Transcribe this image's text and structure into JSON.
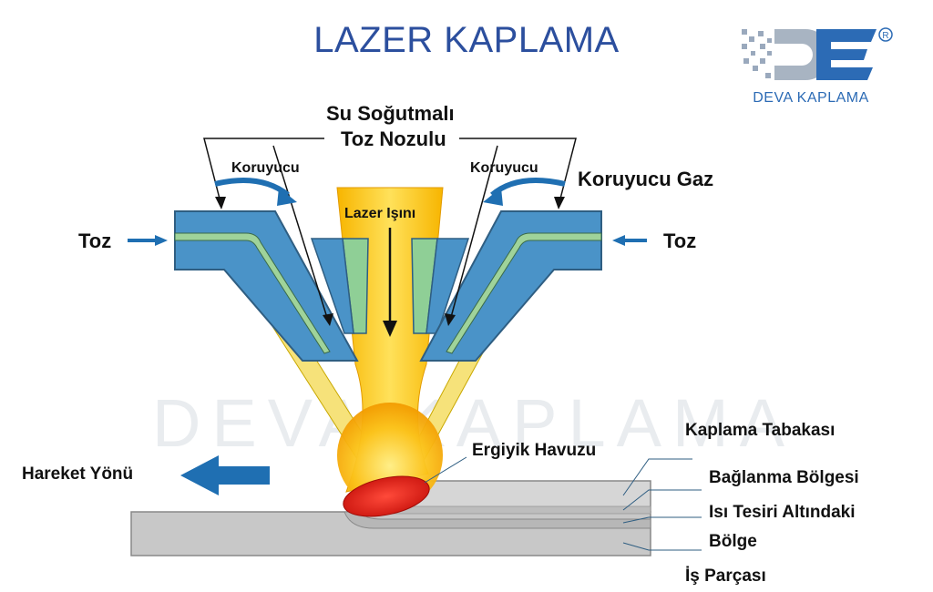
{
  "title": "LAZER KAPLAMA",
  "brand": {
    "name": "DEVA KAPLAMA",
    "watermark": "DEVA KAPLAMA",
    "colors": {
      "title": "#2c4f9e",
      "nozzle": "#4a93c8",
      "gas_channel": "#9fd39a",
      "beam": "#f5b400",
      "melt_pool": "#e0281e",
      "workpiece": "#c8c8c8",
      "arrow": "#1f6fb2"
    }
  },
  "labels": {
    "nozzle_line1": "Su Soğutmalı",
    "nozzle_line2": "Toz Nozulu",
    "shield_left": "Koruyucu",
    "shield_right": "Koruyucu",
    "shield_gas": "Koruyucu Gaz",
    "laser": "Lazer Işını",
    "powder_left": "Toz",
    "powder_right": "Toz",
    "direction": "Hareket Yönü",
    "melt_pool": "Ergiyik Havuzu",
    "coating": "Kaplama Tabakası",
    "bond": "Bağlanma Bölgesi",
    "haz_line1": "Isı Tesiri Altındaki",
    "haz_line2": "Bölge",
    "workpiece": "İş Parçası"
  }
}
